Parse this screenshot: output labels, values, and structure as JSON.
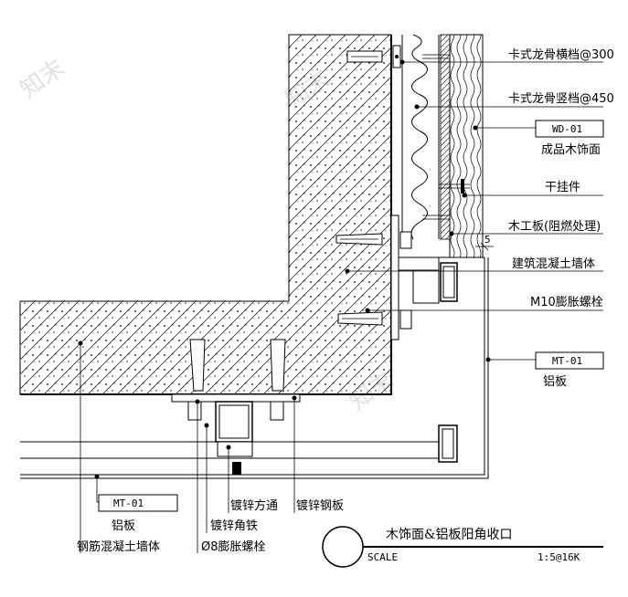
{
  "watermark": "知末",
  "labels": {
    "keel_horizontal": "卡式龙骨横档@300",
    "keel_vertical": "卡式龙骨竖档@450",
    "wd_tag": "WD-01",
    "wood_finish": "成品木饰面",
    "dry_hanger": "干挂件",
    "plywood": "木工板(阻燃处理)",
    "dim_5": "5",
    "concrete_wall": "建筑混凝土墙体",
    "m10_bolt": "M10膨胀螺栓",
    "mt_tag_right": "MT-01",
    "aluminum_right": "铝板",
    "mt_tag_left": "MT-01",
    "aluminum_left": "铝板",
    "rc_wall": "钢筋混凝土墙体",
    "galv_tube": "镀锌方通",
    "galv_plate": "镀锌钢板",
    "galv_angle": "镀锌角铁",
    "m8_bolt": "Ø8膨胀螺栓"
  },
  "title_block": {
    "title": "木饰面&铝板阳角收口",
    "scale_label": "SCALE",
    "scale_value": "1:5@16K"
  }
}
